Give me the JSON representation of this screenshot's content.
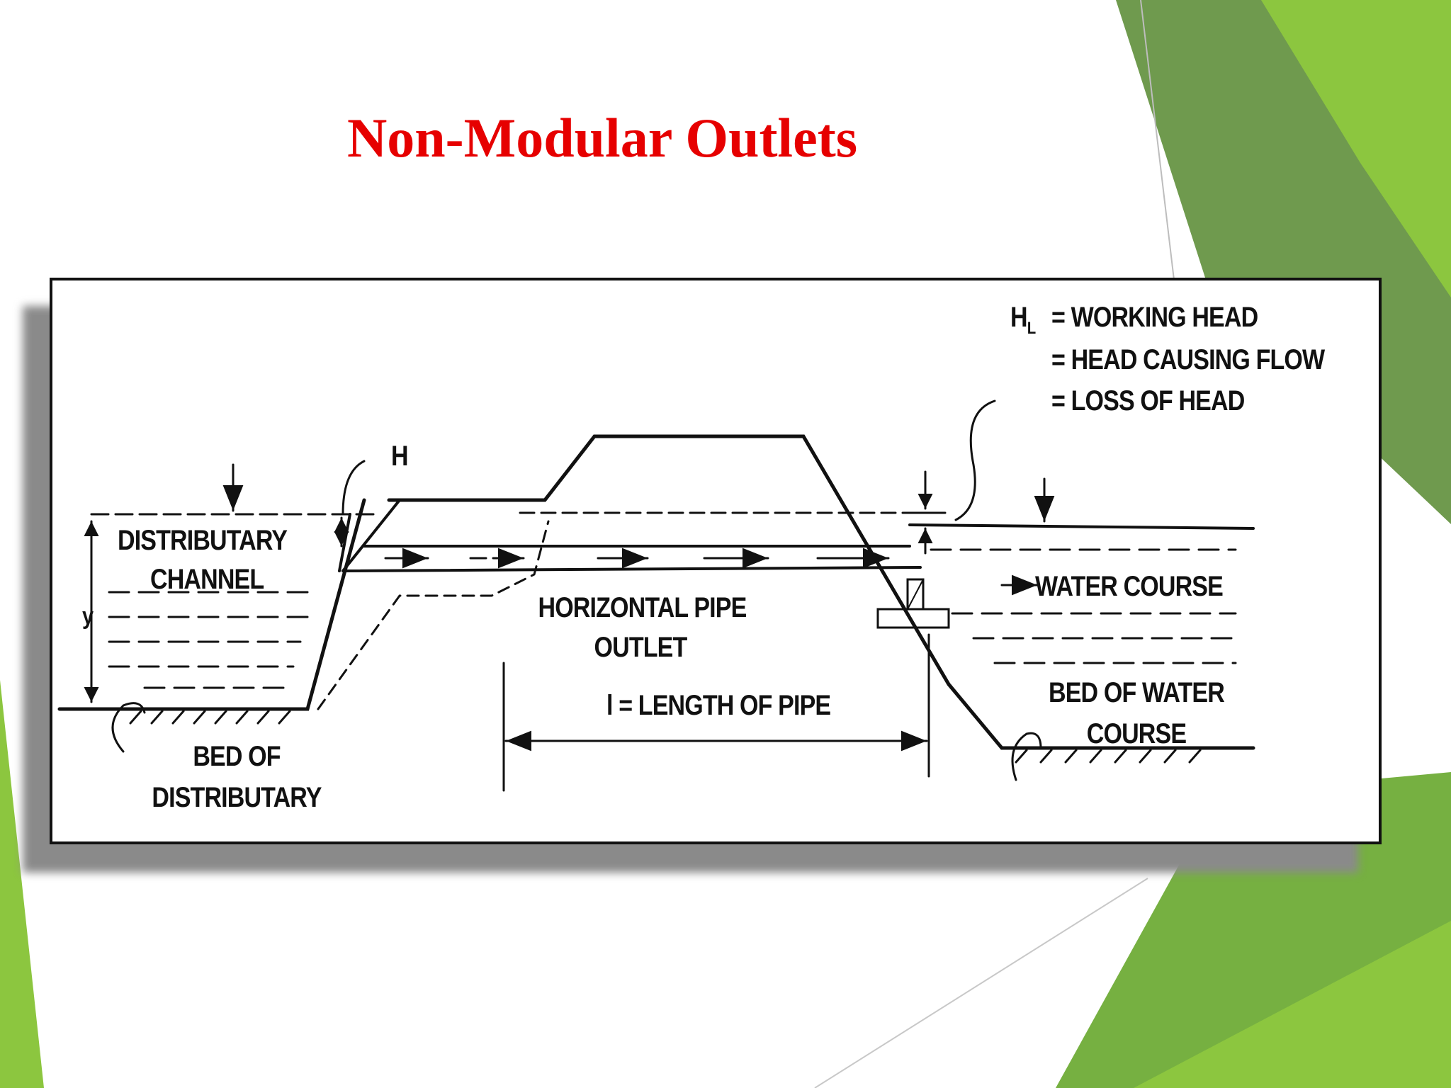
{
  "slide": {
    "title": "Non-Modular Outlets",
    "title_color": "#e60000"
  },
  "theme_colors": {
    "green_light": "#8cc63f",
    "green_mid": "#76b041",
    "green_dark": "#6f9a4e"
  },
  "diagram": {
    "labels": {
      "hl_symbol": "H",
      "hl_subscript": "L",
      "working_head": "= WORKING HEAD",
      "head_causing_flow": "= HEAD CAUSING FLOW",
      "loss_of_head": "= LOSS OF HEAD",
      "h": "H",
      "y": "y",
      "distributary": "DISTRIBUTARY",
      "channel": "CHANNEL",
      "horizontal_pipe": "HORIZONTAL PIPE",
      "outlet": "OUTLET",
      "length_of_pipe": "l = LENGTH OF PIPE",
      "water_course": "WATER COURSE",
      "bed_of_water": "BED OF WATER",
      "course": "COURSE",
      "bed_of": "BED OF",
      "distributary_bed": "DISTRIBUTARY"
    }
  }
}
